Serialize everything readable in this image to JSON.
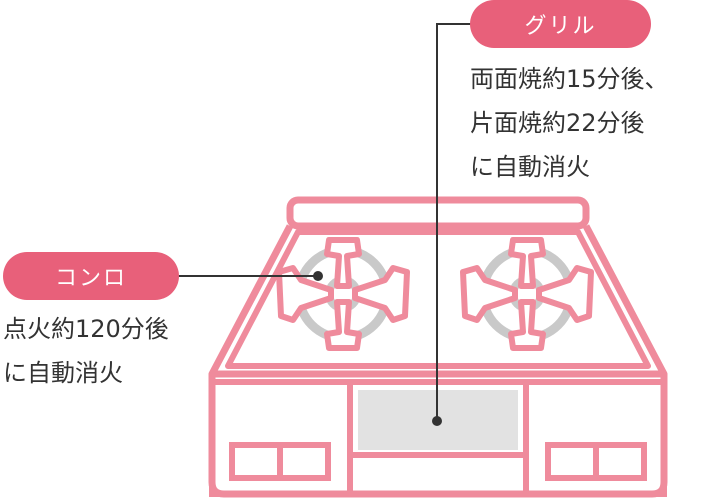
{
  "labels": {
    "grill": {
      "title": "グリル",
      "lines": [
        "両面焼約15分後、",
        "片面焼約22分後",
        "に自動消火"
      ]
    },
    "stove": {
      "title": "コンロ",
      "lines": [
        "点火約120分後",
        "に自動消火"
      ]
    }
  },
  "colors": {
    "accent": "#e8607a",
    "outline": "#ef8b9c",
    "grill_window": "#e2e2e2",
    "burner_ring": "#c9c9c9",
    "text": "#333333",
    "line": "#333333"
  }
}
